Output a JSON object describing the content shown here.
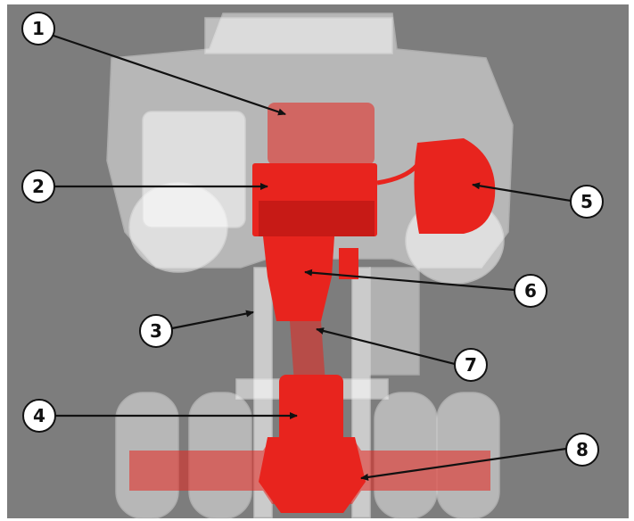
{
  "diagram": {
    "background_color": "#7d7d7d",
    "highlight_color": "#e8241e",
    "ghost_color": "#ffffff",
    "callouts": [
      {
        "id": "c1",
        "number": "1"
      },
      {
        "id": "c2",
        "number": "2"
      },
      {
        "id": "c3",
        "number": "3"
      },
      {
        "id": "c4",
        "number": "4"
      },
      {
        "id": "c5",
        "number": "5"
      },
      {
        "id": "c6",
        "number": "6"
      },
      {
        "id": "c7",
        "number": "7"
      },
      {
        "id": "c8",
        "number": "8"
      }
    ]
  }
}
